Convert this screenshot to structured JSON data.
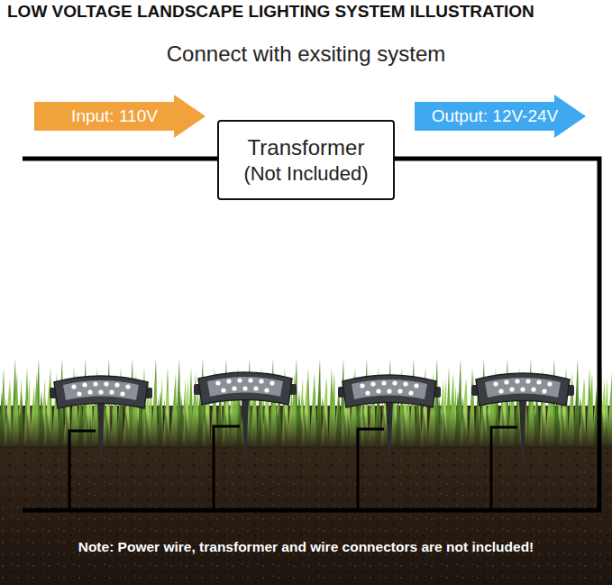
{
  "diagram": {
    "title": "LOW VOLTAGE LANDSCAPE LIGHTING SYSTEM ILLUSTRATION",
    "nodes": [
      {
        "text": [
          "Input: 110V"
        ]
      },
      {
        "text": [
          "Transformer",
          "(Not Included)"
        ]
      },
      {
        "text": [
          "Output: 12V-24V"
        ]
      }
    ],
    "labels": [
      "Connect with exsiting system",
      "Note: Power wire, transformer and wire connectors are not included!"
    ]
  }
}
